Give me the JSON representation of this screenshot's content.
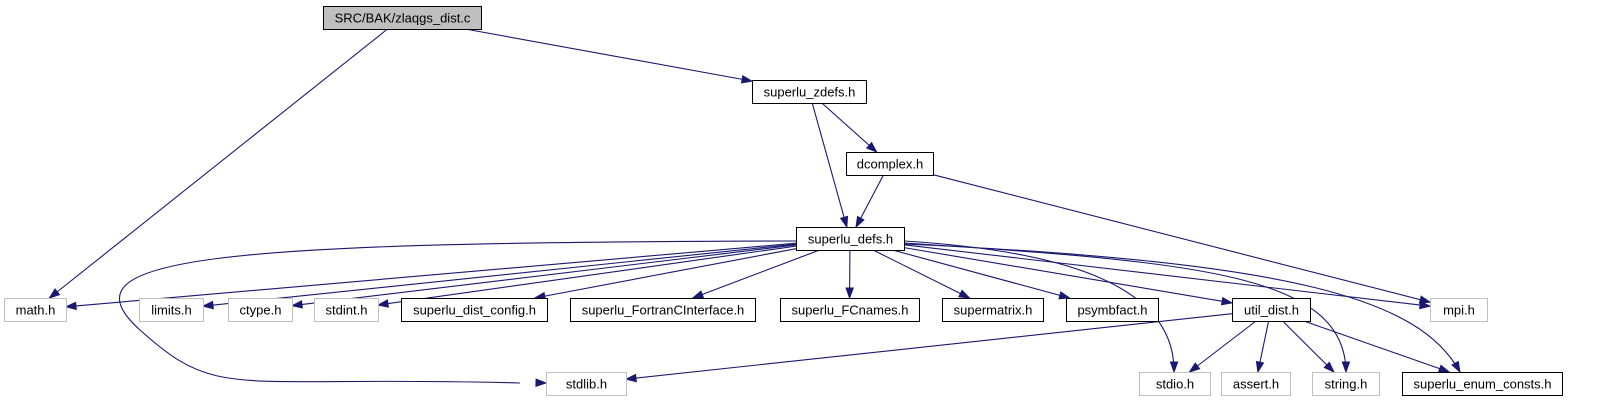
{
  "colors": {
    "edge": "#191970",
    "root_fill": "#bfbfbf",
    "doc_stroke": "#000000",
    "external_stroke": "#bfbfbf",
    "fill": "#ffffff"
  },
  "nodes": [
    {
      "id": "root",
      "label": "SRC/BAK/zlaqgs_dist.c",
      "kind": "root"
    },
    {
      "id": "zdefs",
      "label": "superlu_zdefs.h",
      "kind": "documented"
    },
    {
      "id": "dcomp",
      "label": "dcomplex.h",
      "kind": "documented"
    },
    {
      "id": "defs",
      "label": "superlu_defs.h",
      "kind": "documented"
    },
    {
      "id": "math",
      "label": "math.h",
      "kind": "external"
    },
    {
      "id": "limits",
      "label": "limits.h",
      "kind": "external"
    },
    {
      "id": "ctype",
      "label": "ctype.h",
      "kind": "external"
    },
    {
      "id": "stdint",
      "label": "stdint.h",
      "kind": "external"
    },
    {
      "id": "dconf",
      "label": "superlu_dist_config.h",
      "kind": "documented"
    },
    {
      "id": "fci",
      "label": "superlu_FortranCInterface.h",
      "kind": "documented"
    },
    {
      "id": "fcn",
      "label": "superlu_FCnames.h",
      "kind": "documented"
    },
    {
      "id": "smat",
      "label": "supermatrix.h",
      "kind": "documented"
    },
    {
      "id": "psym",
      "label": "psymbfact.h",
      "kind": "documented"
    },
    {
      "id": "util",
      "label": "util_dist.h",
      "kind": "documented"
    },
    {
      "id": "mpi",
      "label": "mpi.h",
      "kind": "external"
    },
    {
      "id": "stdlib",
      "label": "stdlib.h",
      "kind": "external"
    },
    {
      "id": "stdio",
      "label": "stdio.h",
      "kind": "external"
    },
    {
      "id": "assert",
      "label": "assert.h",
      "kind": "external"
    },
    {
      "id": "string",
      "label": "string.h",
      "kind": "external"
    },
    {
      "id": "enum",
      "label": "superlu_enum_consts.h",
      "kind": "documented"
    }
  ],
  "edges": [
    [
      "root",
      "zdefs"
    ],
    [
      "root",
      "math"
    ],
    [
      "zdefs",
      "dcomp"
    ],
    [
      "zdefs",
      "defs"
    ],
    [
      "dcomp",
      "defs"
    ],
    [
      "dcomp",
      "mpi"
    ],
    [
      "defs",
      "math"
    ],
    [
      "defs",
      "limits"
    ],
    [
      "defs",
      "ctype"
    ],
    [
      "defs",
      "stdint"
    ],
    [
      "defs",
      "dconf"
    ],
    [
      "defs",
      "fci"
    ],
    [
      "defs",
      "fcn"
    ],
    [
      "defs",
      "smat"
    ],
    [
      "defs",
      "psym"
    ],
    [
      "defs",
      "util"
    ],
    [
      "defs",
      "stdlib"
    ],
    [
      "defs",
      "stdio"
    ],
    [
      "defs",
      "string"
    ],
    [
      "defs",
      "enum"
    ],
    [
      "defs",
      "mpi"
    ],
    [
      "util",
      "stdlib"
    ],
    [
      "util",
      "stdio"
    ],
    [
      "util",
      "assert"
    ],
    [
      "util",
      "string"
    ],
    [
      "util",
      "enum"
    ]
  ]
}
